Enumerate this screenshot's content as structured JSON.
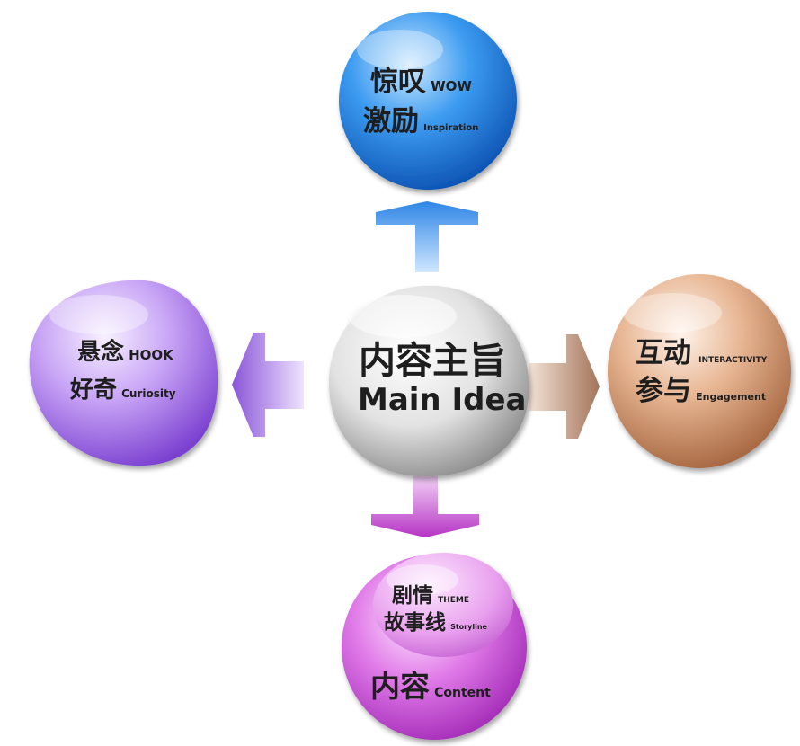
{
  "main": {
    "cn": "内容主旨",
    "en": "Main Idea"
  },
  "top": {
    "line1_cn": "惊叹",
    "line1_en": "WOW",
    "line2_cn": "激励",
    "line2_en": "Inspiration"
  },
  "left": {
    "line1_cn": "悬念",
    "line1_en": "HOOK",
    "line2_cn": "好奇",
    "line2_en": "Curiosity"
  },
  "right": {
    "line1_cn": "互动",
    "line1_en": "INTERACTIVITY",
    "line2_cn": "参与",
    "line2_en": "Engagement"
  },
  "bottom": {
    "inner_line1_cn": "剧情",
    "inner_line1_en": "THEME",
    "inner_line2_cn": "故事线",
    "inner_line2_en": "Storyline",
    "outer_cn": "内容",
    "outer_en": "Content"
  },
  "colors": {
    "top": "#1e7fe0",
    "left": "#9a62e0",
    "right": "#c98a62",
    "bottom": "#c23fd0",
    "center": "#9a9a9a",
    "arrow_top": "#3a9ae6",
    "arrow_left": "#9b6de0",
    "arrow_right": "#b58a73",
    "arrow_bottom": "#bb45c6"
  }
}
